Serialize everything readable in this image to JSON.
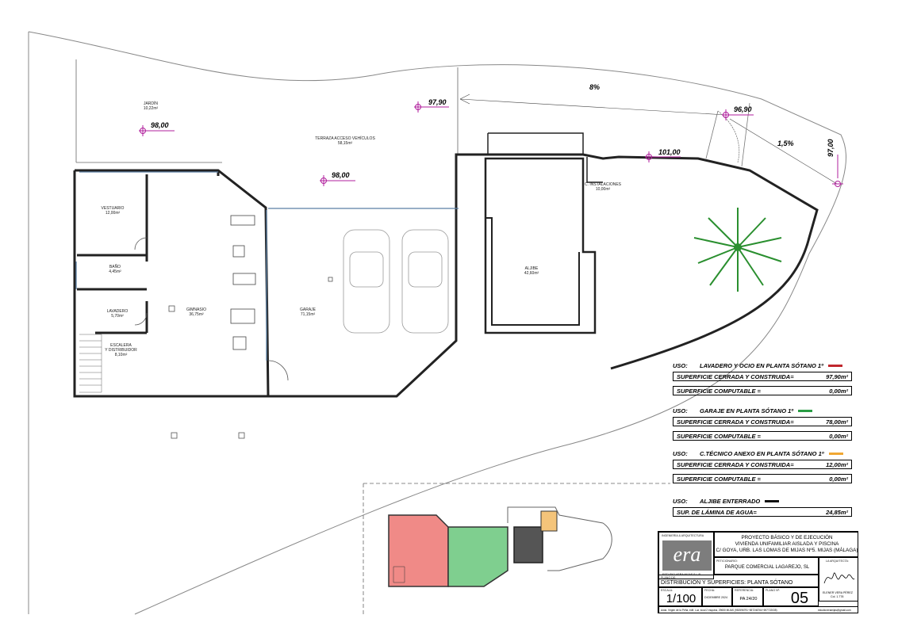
{
  "levels": [
    "98,00",
    "97,90",
    "98,00",
    "96,90",
    "101,00",
    "97,00"
  ],
  "slopes": [
    "8%",
    "1,5%"
  ],
  "rooms": {
    "jardin": {
      "name": "JARDÍN",
      "area": "10,22m²"
    },
    "terraza": {
      "name": "TERRAZA ACCESO VEHÍCULOS",
      "area": "58,15m²"
    },
    "vestuario": {
      "name": "VESTUARIO",
      "area": "12,00m²"
    },
    "bano": {
      "name": "BAÑO",
      "area": "4,45m²"
    },
    "lavadero": {
      "name": "LAVADERO",
      "area": "5,70m²"
    },
    "gimnasio": {
      "name": "GIMNASIO",
      "area": "36,75m²"
    },
    "garaje": {
      "name": "GARAJE",
      "area": "71,15m²"
    },
    "escalera": {
      "name": "ESCALERA\nY DISTRIBUIDOR",
      "area": "8,10m²"
    },
    "instalaciones": {
      "name": "C. INSTALACIONES",
      "area": "10,00m²"
    },
    "aljibe": {
      "name": "ALJIBE",
      "area": "42,60m²"
    }
  },
  "usos": [
    {
      "label": "USO:",
      "title": "LAVADERO Y OCIO EN PLANTA SÓTANO 1º",
      "color": "#c0272d",
      "rows": [
        {
          "k": "SUPERFICIE CERRADA  Y CONSTRUIDA=",
          "v": "97,90m²"
        },
        {
          "k": "SUPERFICIE COMPUTABLE  =",
          "v": "0,00m²"
        }
      ]
    },
    {
      "label": "USO:",
      "title": "GARAJE EN PLANTA SÓTANO 1º",
      "color": "#2a9d45",
      "rows": [
        {
          "k": "SUPERFICIE CERRADA  Y CONSTRUIDA=",
          "v": "78,00m²"
        },
        {
          "k": "SUPERFICIE COMPUTABLE  =",
          "v": "0,00m²"
        }
      ]
    },
    {
      "label": "USO:",
      "title": "C.TÉCNICO ANEXO EN PLANTA SÓTANO 1º",
      "color": "#f0a733",
      "rows": [
        {
          "k": "SUPERFICIE CERRADA  Y CONSTRUIDA=",
          "v": "12,00m²"
        },
        {
          "k": "SUPERFICIE COMPUTABLE  =",
          "v": "0,00m²"
        }
      ]
    },
    {
      "label": "USO:",
      "title": "ALJIBE  ENTERRADO",
      "color": "#111111",
      "rows": [
        {
          "k": "SUP. DE LÁMINA DE AGUA=",
          "v": "24,85m²"
        }
      ]
    }
  ],
  "titleblock": {
    "studio_top": "INGENIERÍA & ARQUITECTURA",
    "logo": "era",
    "studio": "ESTUDIO VERA MIJAS S.L.P.",
    "project_line1": "PROYECTO BÁSICO Y DE EJECUCIÓN",
    "project_line2": "VIVIENDA UNIFAMILIAR AISLADA Y PISCINA",
    "project_line3": "C/ GOYA, URB. LAS LOMAS DE MIJAS Nº5. MIJAS (MÁLAGA)",
    "promotor_label": "PETICIONARIO:",
    "promotor": "PARQUE COMERCIAL LAGAREJO, SL",
    "architect_label": "LA ARQUITECTA:",
    "plano_de_label": "PLANO DE:",
    "plano_de": "DISTRIBUCIÓN Y SUPERFICIES: PLANTA SÓTANO",
    "escala_label": "ESCALA:",
    "escala": "1/100",
    "fecha_label": "FECHA:",
    "fecha": "DICIEMBRE 2024",
    "referencia_label": "REFERENCIA:",
    "referencia": "PA 24/20",
    "plano_n_label": "PLANO Nº:",
    "plano_n": "05",
    "signer": "ELENER VERA PÉREZ",
    "signer_col": "Col. 1.778",
    "footer_left": "Avda. Virgen de la Peña, edif. Luz, local 2 esquina, 29650 MIJAS (952596791~657246764~697722035)",
    "footer_right": "estudioveramijas@gmail.com"
  }
}
